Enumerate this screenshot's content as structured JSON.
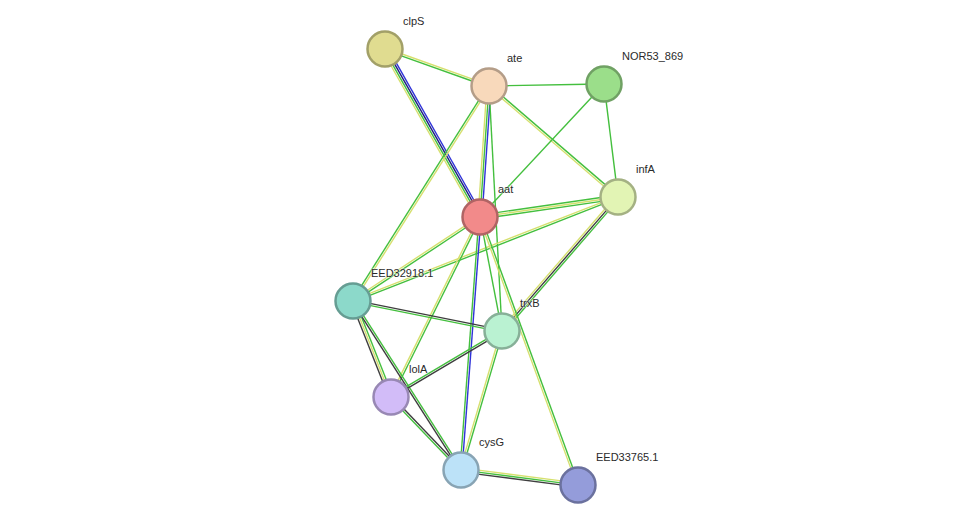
{
  "diagram": {
    "nodes": [
      {
        "text": [
          "clpS"
        ]
      },
      {
        "text": [
          "ate"
        ]
      },
      {
        "text": [
          "NOR53_869"
        ]
      },
      {
        "text": [
          "infA"
        ]
      },
      {
        "text": [
          "aat"
        ]
      },
      {
        "text": [
          "EED32918.1"
        ]
      },
      {
        "text": [
          "trxB"
        ]
      },
      {
        "text": [
          "lolA"
        ]
      },
      {
        "text": [
          "cysG"
        ]
      },
      {
        "text": [
          "EED33765.1"
        ]
      }
    ],
    "edges": [
      {
        "from": 0,
        "to": 1,
        "arrow": "none"
      },
      {
        "from": 0,
        "to": 4,
        "arrow": "none"
      },
      {
        "from": 1,
        "to": 2,
        "arrow": "none"
      },
      {
        "from": 1,
        "to": 3,
        "arrow": "none"
      },
      {
        "from": 1,
        "to": 4,
        "arrow": "none"
      },
      {
        "from": 1,
        "to": 5,
        "arrow": "none"
      },
      {
        "from": 1,
        "to": 6,
        "arrow": "none"
      },
      {
        "from": 2,
        "to": 3,
        "arrow": "none"
      },
      {
        "from": 2,
        "to": 4,
        "arrow": "none"
      },
      {
        "from": 3,
        "to": 4,
        "arrow": "none"
      },
      {
        "from": 3,
        "to": 5,
        "arrow": "none"
      },
      {
        "from": 3,
        "to": 6,
        "arrow": "none"
      },
      {
        "from": 4,
        "to": 5,
        "arrow": "none"
      },
      {
        "from": 4,
        "to": 6,
        "arrow": "none"
      },
      {
        "from": 4,
        "to": 7,
        "arrow": "none"
      },
      {
        "from": 4,
        "to": 8,
        "arrow": "none"
      },
      {
        "from": 4,
        "to": 9,
        "arrow": "none"
      },
      {
        "from": 5,
        "to": 6,
        "arrow": "none"
      },
      {
        "from": 5,
        "to": 7,
        "arrow": "none"
      },
      {
        "from": 5,
        "to": 8,
        "arrow": "none"
      },
      {
        "from": 6,
        "to": 7,
        "arrow": "none"
      },
      {
        "from": 6,
        "to": 8,
        "arrow": "none"
      },
      {
        "from": 7,
        "to": 8,
        "arrow": "none"
      },
      {
        "from": 8,
        "to": 9,
        "arrow": "none"
      }
    ]
  }
}
